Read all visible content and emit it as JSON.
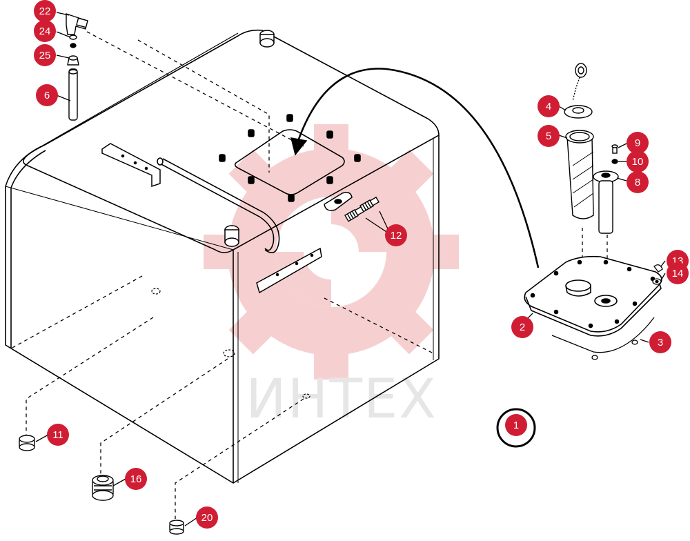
{
  "watermark": {
    "text": "ИНТЕХ",
    "color": "#f3c9c9",
    "gear_color": "#f6cccc"
  },
  "callout_color": "#d01d33",
  "callouts": [
    {
      "label": "1"
    },
    {
      "label": "2"
    },
    {
      "label": "3"
    },
    {
      "label": "4"
    },
    {
      "label": "5"
    },
    {
      "label": "6"
    },
    {
      "label": "8"
    },
    {
      "label": "9"
    },
    {
      "label": "10"
    },
    {
      "label": "11"
    },
    {
      "label": "12"
    },
    {
      "label": "13"
    },
    {
      "label": "14"
    },
    {
      "label": "16"
    },
    {
      "label": "20"
    },
    {
      "label": "22"
    },
    {
      "label": "24"
    },
    {
      "label": "25"
    }
  ]
}
